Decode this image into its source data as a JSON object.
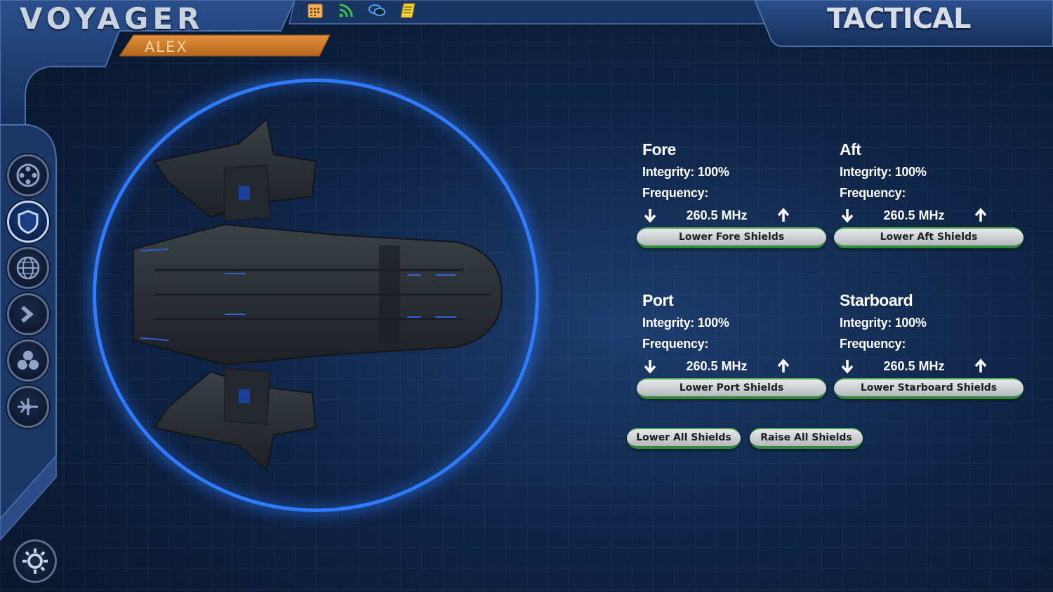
{
  "header": {
    "title": "VOYAGER",
    "subtitle": "ALEX",
    "card_title": "TACTICAL"
  },
  "top_icons": [
    "calendar-icon",
    "rss-icon",
    "chat-icon",
    "notes-icon"
  ],
  "sidebar": {
    "items": [
      {
        "name": "sidebar-item-targeting",
        "icon": "crosshair-icon",
        "active": false
      },
      {
        "name": "sidebar-item-shields",
        "icon": "shield-icon",
        "active": true
      },
      {
        "name": "sidebar-item-navigation",
        "icon": "globe-icon",
        "active": false
      },
      {
        "name": "sidebar-item-helm",
        "icon": "chevron-right-icon",
        "active": false
      },
      {
        "name": "sidebar-item-reactor",
        "icon": "radiation-icon",
        "active": false
      },
      {
        "name": "sidebar-item-weapons",
        "icon": "torpedo-icon",
        "active": false
      }
    ],
    "settings_icon": "gear-icon"
  },
  "shields": [
    {
      "id": "fore",
      "title": "Fore",
      "integrity": "Integrity: 100%",
      "frequency_label": "Frequency:",
      "frequency": "260.5 MHz",
      "button": "Lower Fore Shields"
    },
    {
      "id": "aft",
      "title": "Aft",
      "integrity": "Integrity: 100%",
      "frequency_label": "Frequency:",
      "frequency": "260.5 MHz",
      "button": "Lower Aft Shields"
    },
    {
      "id": "port",
      "title": "Port",
      "integrity": "Integrity: 100%",
      "frequency_label": "Frequency:",
      "frequency": "260.5 MHz",
      "button": "Lower Port Shields"
    },
    {
      "id": "starboard",
      "title": "Starboard",
      "integrity": "Integrity: 100%",
      "frequency_label": "Frequency:",
      "frequency": "260.5 MHz",
      "button": "Lower Starboard Shields"
    }
  ],
  "actions": {
    "lower_all": "Lower All Shields",
    "raise_all": "Raise All Shields"
  },
  "colors": {
    "accent_orange": "#d9842f",
    "frame_blue": "#1f3f78",
    "shield_blue": "#2f7bff",
    "button_green": "#2f8a3a"
  }
}
